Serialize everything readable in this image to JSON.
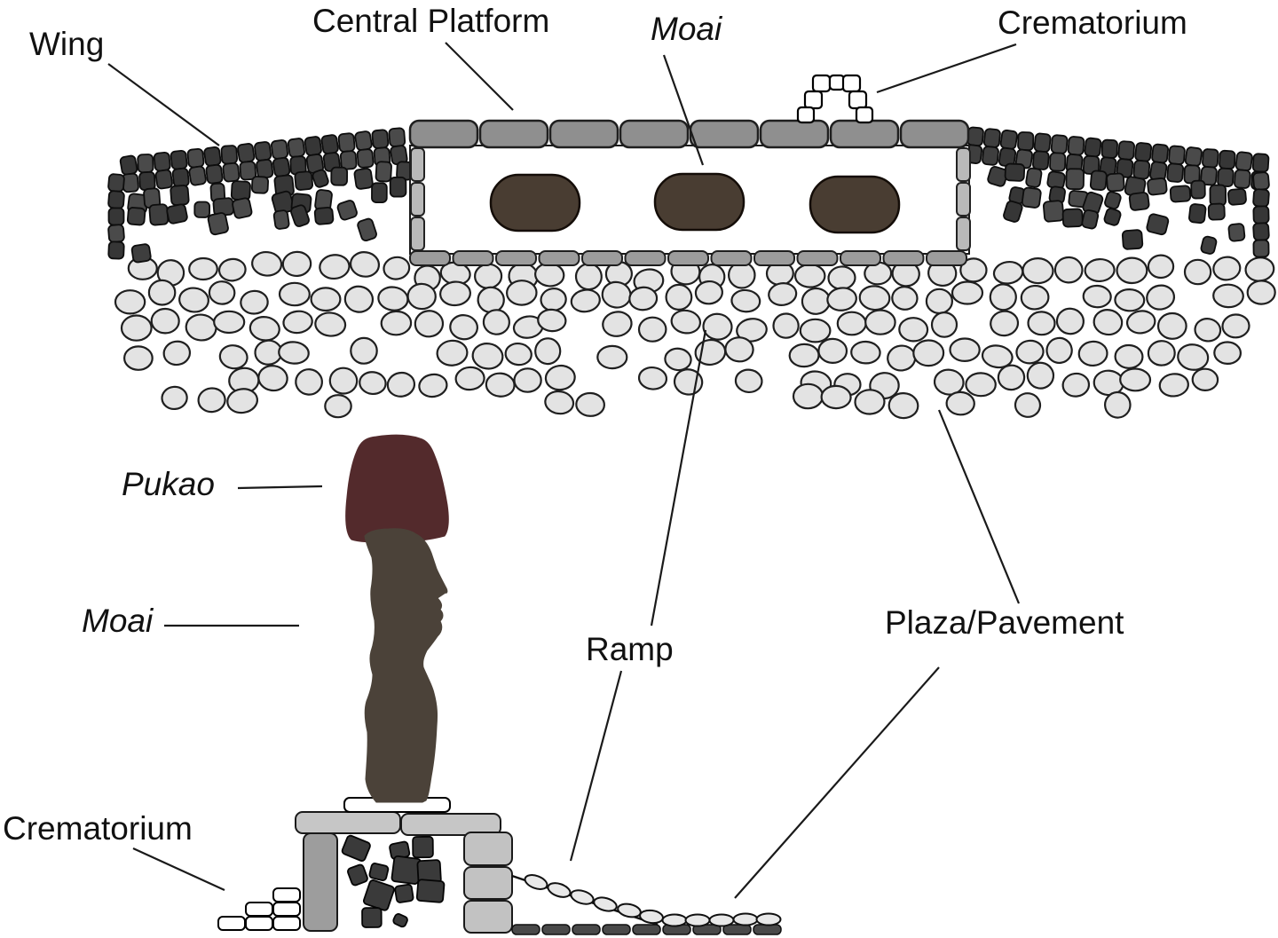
{
  "plan_view": {
    "labels": {
      "wing": "Wing",
      "central_platform": "Central Platform",
      "moai": "Moai",
      "crematorium": "Crematorium"
    },
    "moai_count": 3
  },
  "profile_view": {
    "labels": {
      "pukao": "Pukao",
      "moai": "Moai",
      "crematorium": "Crematorium",
      "ramp": "Ramp",
      "plaza_pavement": "Plaza/Pavement"
    }
  },
  "colors": {
    "background": "#ffffff",
    "wing_block_dark": "#363636",
    "wing_block": "#3e3e3e",
    "wing_block_light": "#4a4a4a",
    "platform_wall": "#8f8f8f",
    "platform_wall_small": "#9c9c9c",
    "platform_side_wall": "#b9b9b9",
    "moai_plan": "#493d32",
    "plaza_stone": "#e3e3e3",
    "crematorium_block": "#ffffff",
    "pukao": "#532a2c",
    "moai_profile": "#4b4239",
    "pedestal": "#ffffff",
    "column_left": "#9d9d9d",
    "column_right": "#c2c2c2",
    "slab": "#c6c6c6",
    "rubble": "#3a3a3a",
    "ground_block": "#494949",
    "ramp_stone": "#e8e8e8",
    "outline": "#111111"
  }
}
